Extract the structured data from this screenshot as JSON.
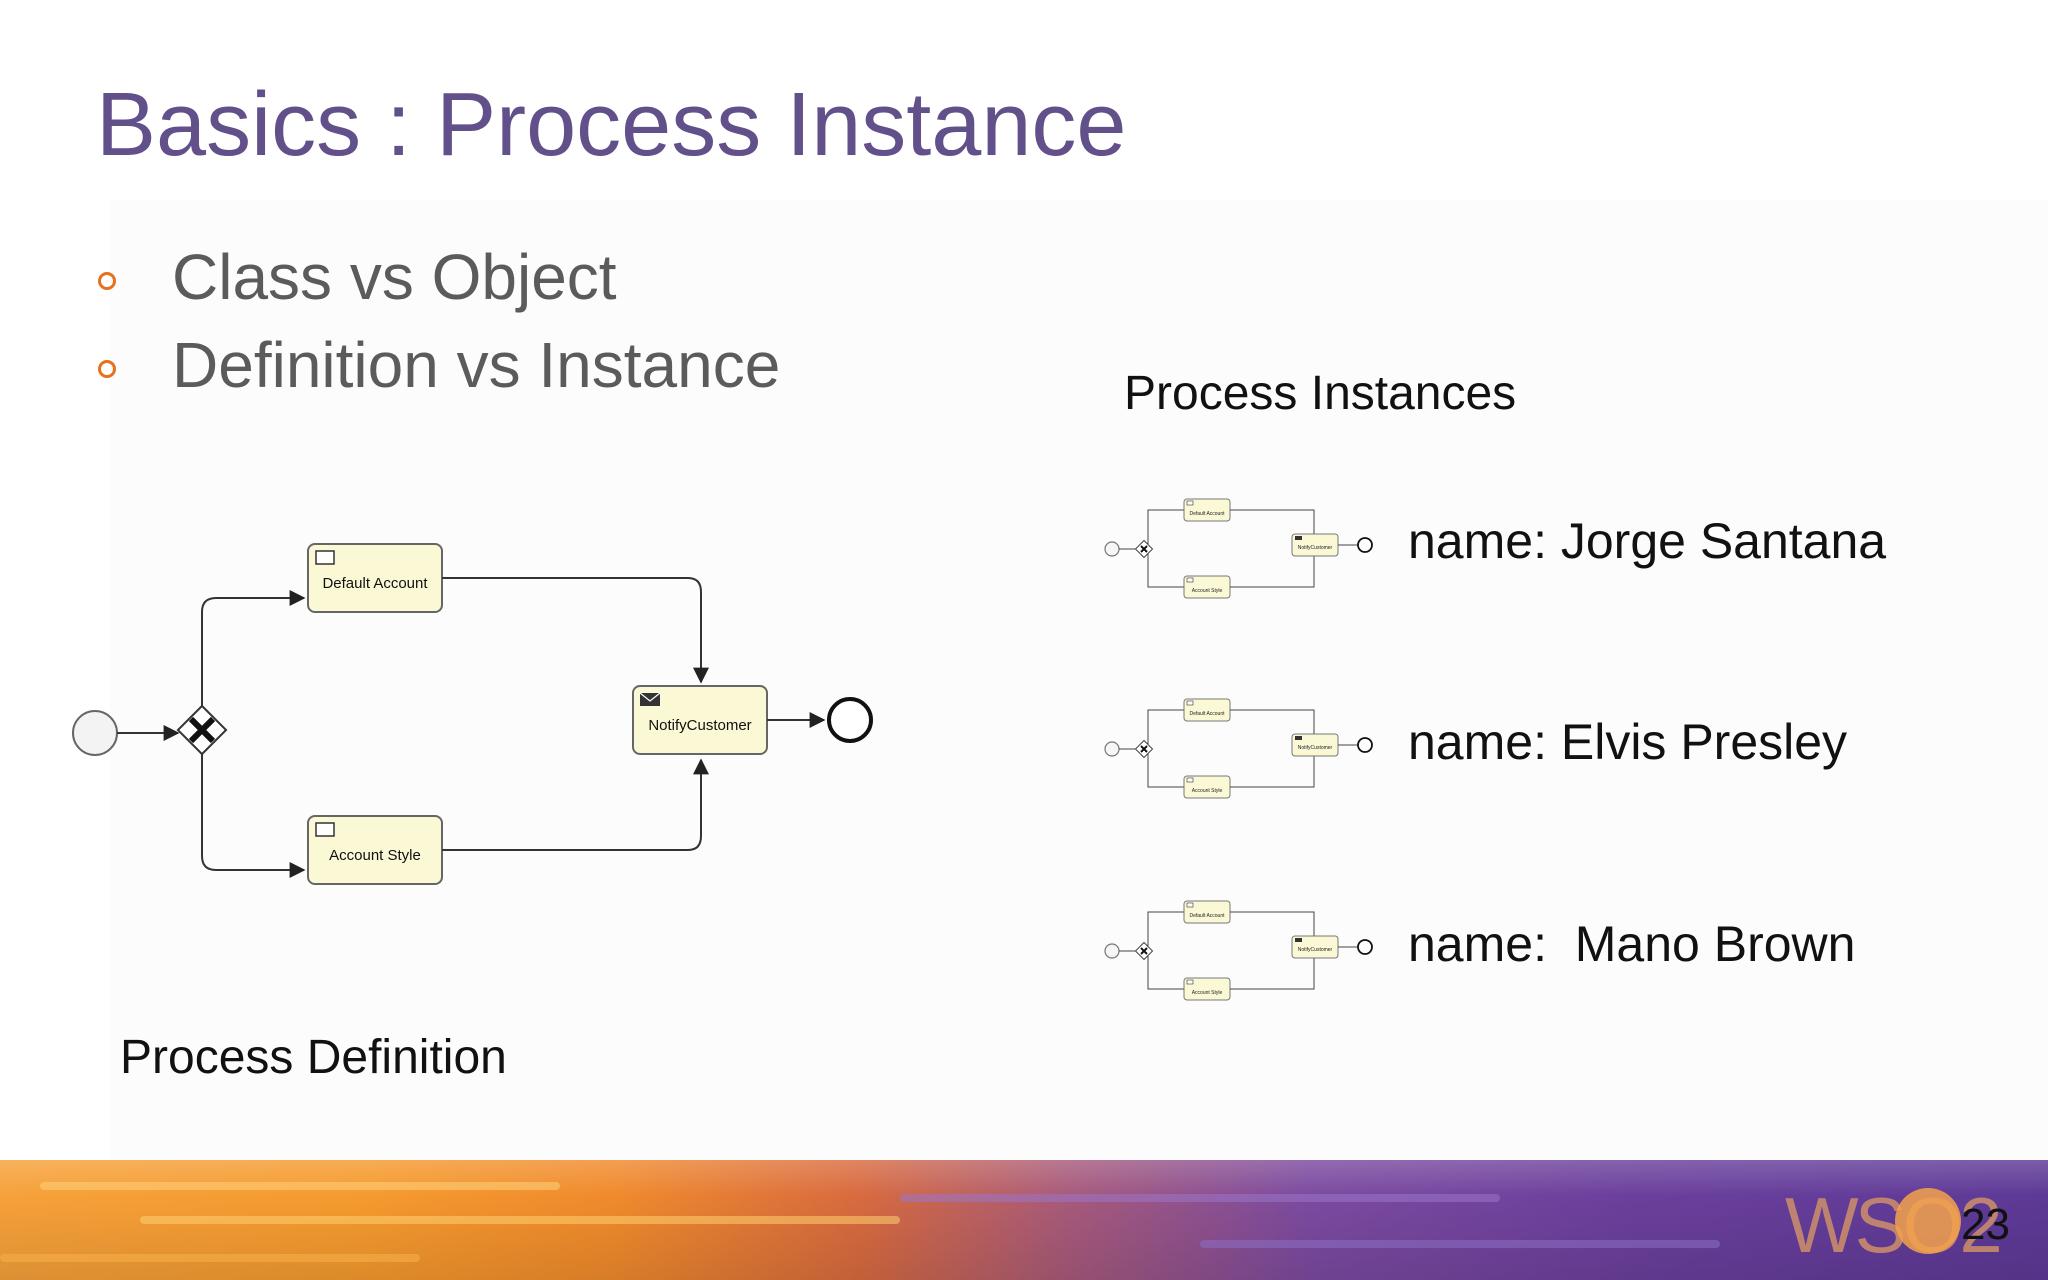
{
  "slide": {
    "title": "Basics : Process Instance",
    "bullets": [
      "Class vs Object",
      "Definition vs Instance"
    ],
    "definition_label": "Process Definition",
    "instances_label": "Process Instances",
    "instances": [
      {
        "name": "name: Jorge Santana"
      },
      {
        "name": "name: Elvis Presley"
      },
      {
        "name": "name:  Mano Brown"
      }
    ],
    "diagram": {
      "tasks": [
        "Default Account",
        "NotifyCustomer",
        "Account Style"
      ]
    },
    "logo_text": "WSO2",
    "page_number": "23"
  },
  "colors": {
    "title": "#61508a",
    "bullet_text": "#5b5b5b",
    "bullet_marker": "#e8711d",
    "task_fill": "#fbf8d6",
    "footer_start": "#f6a13a",
    "footer_end": "#5d3996"
  }
}
